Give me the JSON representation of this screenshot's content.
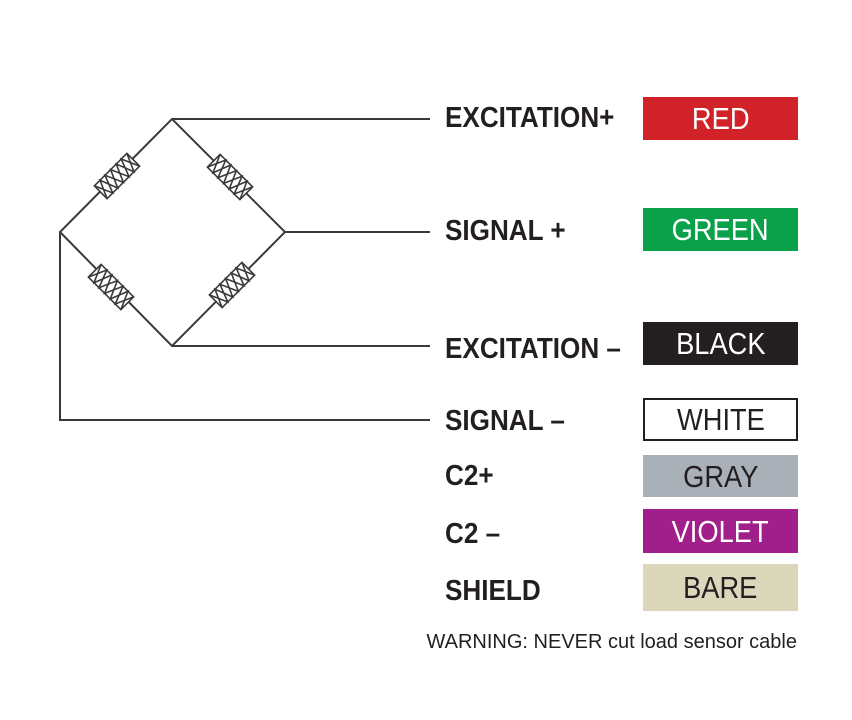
{
  "wires": [
    {
      "signal": "EXCITATION+",
      "color_name": "RED",
      "swatch": "#d22229",
      "text_color": "#ffffff"
    },
    {
      "signal": "SIGNAL +",
      "color_name": "GREEN",
      "swatch": "#0aa14a",
      "text_color": "#ffffff"
    },
    {
      "signal": "EXCITATION –",
      "color_name": "BLACK",
      "swatch": "#231f20",
      "text_color": "#ffffff"
    },
    {
      "signal": "SIGNAL –",
      "color_name": "WHITE",
      "swatch": "#ffffff",
      "text_color": "#231f20"
    },
    {
      "signal": "C2+",
      "color_name": "GRAY",
      "swatch": "#a9b0b8",
      "text_color": "#231f20"
    },
    {
      "signal": "C2 –",
      "color_name": "VIOLET",
      "swatch": "#a01f8a",
      "text_color": "#ffffff"
    },
    {
      "signal": "SHIELD",
      "color_name": "BARE",
      "swatch": "#dbd7bb",
      "text_color": "#231f20"
    }
  ],
  "warning": "WARNING: NEVER cut load sensor cable"
}
